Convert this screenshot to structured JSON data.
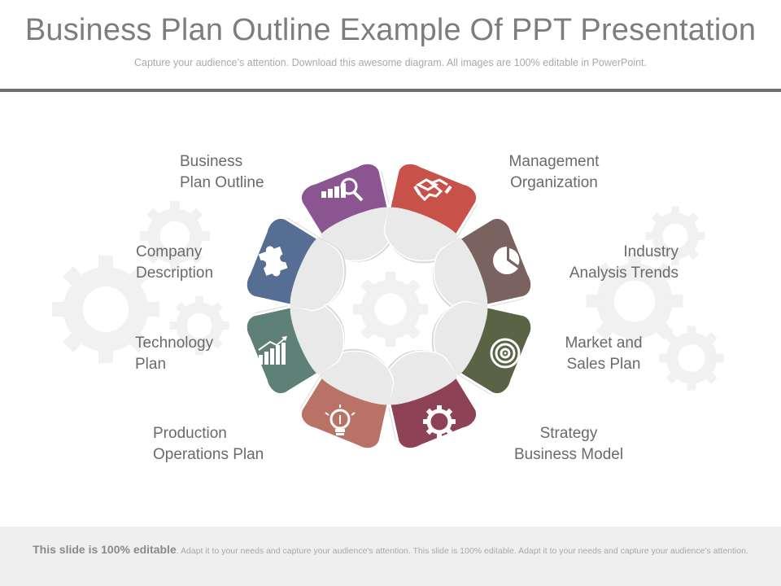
{
  "header": {
    "title": "Business Plan Outline Example Of PPT Presentation",
    "subtitle": "Capture your audience’s attention. Download this awesome diagram. All images are 100% editable in PowerPoint."
  },
  "diagram": {
    "segments": [
      {
        "line1": "Business",
        "line2": "Plan Outline",
        "color": "#8b5591",
        "icon": "magnifier-chart-icon"
      },
      {
        "line1": "Management",
        "line2": "Organization",
        "color": "#c8524a",
        "icon": "handshake-icon"
      },
      {
        "line1": "Industry",
        "line2": "Analysis Trends",
        "color": "#7a625e",
        "icon": "pie-chart-icon"
      },
      {
        "line1": "Market and",
        "line2": "Sales Plan",
        "color": "#5a6346",
        "icon": "target-icon"
      },
      {
        "line1": "Strategy",
        "line2": "Business Model",
        "color": "#8e4256",
        "icon": "gear-icon"
      },
      {
        "line1": "Production",
        "line2": "Operations Plan",
        "color": "#b97266",
        "icon": "lightbulb-icon"
      },
      {
        "line1": "Technology",
        "line2": "Plan",
        "color": "#5e8076",
        "icon": "bar-chart-icon"
      },
      {
        "line1": "Company",
        "line2": "Description",
        "color": "#566e93",
        "icon": "puzzle-icon"
      }
    ]
  },
  "footer": {
    "bold": "This slide is 100% editable",
    "text": ". Adapt it to your needs and capture your audience's attention. This slide is 100% editable. Adapt it to your needs and capture your audience's attention."
  }
}
